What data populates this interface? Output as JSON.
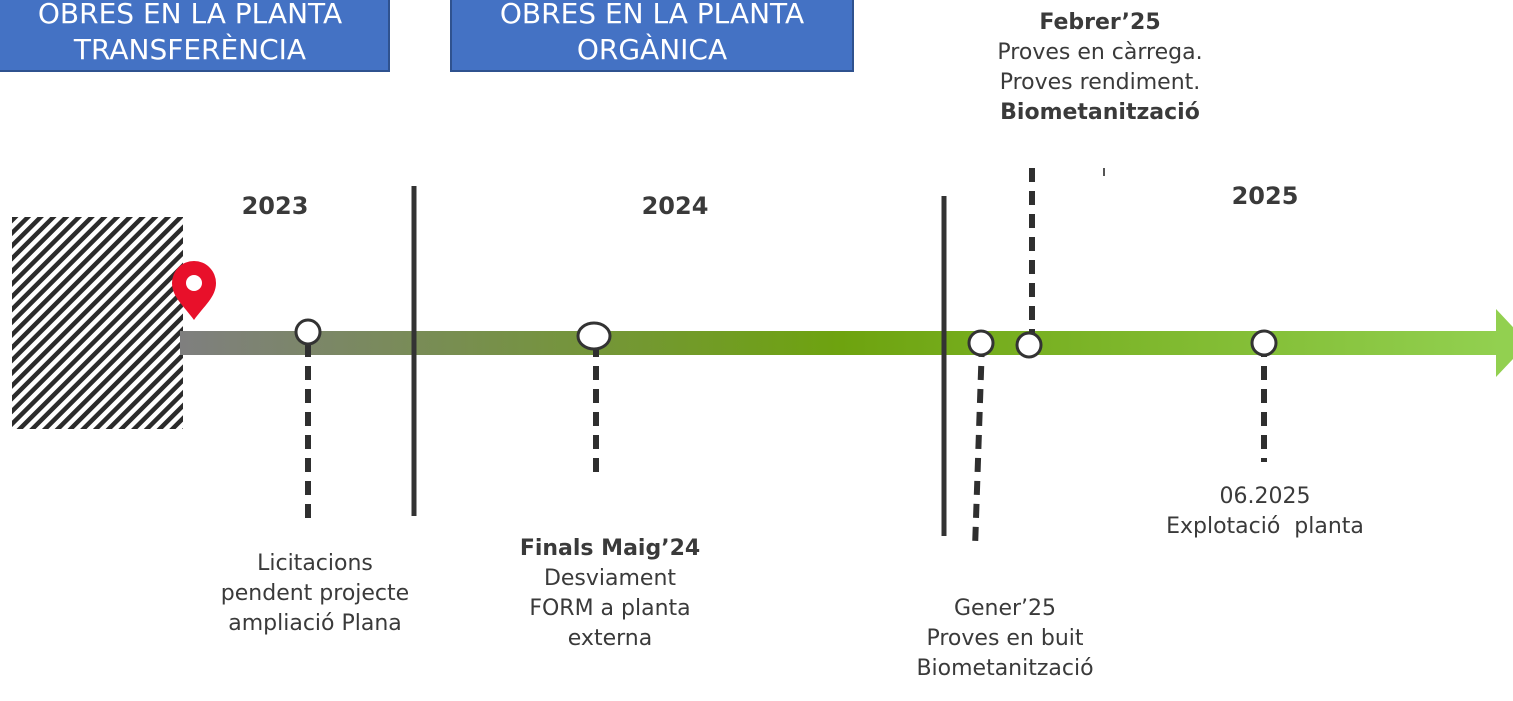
{
  "boxes": {
    "transfer": {
      "line1": "OBRES EN LA PLANTA",
      "line2": "TRANSFERÈNCIA"
    },
    "organic": {
      "line1": "OBRES EN LA PLANTA",
      "line2": "ORGÀNICA"
    }
  },
  "years": {
    "y2023": "2023",
    "y2024": "2024",
    "y2025": "2025"
  },
  "milestones": {
    "licitacions": {
      "line1": "Licitacions",
      "line2": "pendent projecte",
      "line3": "ampliació Plana"
    },
    "maig24": {
      "title": "Finals Maig’24",
      "line1": "Desviament",
      "line2": "FORM a planta",
      "line3": "externa"
    },
    "gener25": {
      "line1": "Gener’25",
      "line2": "Proves en buit",
      "line3": "Biometanització"
    },
    "febrer25": {
      "title": "Febrer’25",
      "line1": "Proves en càrrega.",
      "line2": "Proves rendiment.",
      "line3": "Biometanització"
    },
    "juny25": {
      "line1": "06.2025",
      "line2": "Explotació  planta"
    }
  },
  "colors": {
    "box_fill": "#4472C4",
    "arrow_start": "#7f7f7f",
    "arrow_mid": "#6ea30f",
    "arrow_end": "#92d050",
    "marker": "#e8102a"
  },
  "icons": [
    "location-pin-icon"
  ]
}
